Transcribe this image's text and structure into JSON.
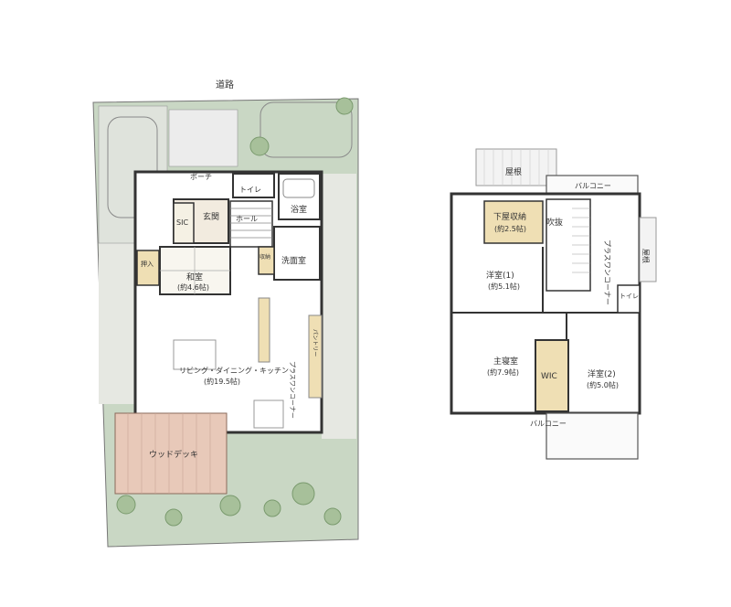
{
  "floor1": {
    "road": "道路",
    "porch": "ポーチ",
    "toilet": "トイレ",
    "bath": "浴室",
    "entrance": "玄関",
    "hall": "ホール",
    "sic": "SIC",
    "washroom": "洗面室",
    "storage": "収納",
    "oshiire": "押入",
    "washitsu": "和室",
    "washitsu_size": "(約4.6帖)",
    "ldk": "リビング・ダイニング・キッチン",
    "ldk_size": "(約19.5帖)",
    "wood_deck": "ウッドデッキ",
    "pantry": "パントリー",
    "plus_one_corner": "プラスワンコーナー"
  },
  "floor2": {
    "roof": "屋根",
    "roof_right": "屋根",
    "balcony_top": "バルコニー",
    "balcony_bottom": "バルコニー",
    "attic": "下屋収納",
    "attic_size": "(約2.5帖)",
    "fukinuke": "吹抜",
    "plus_one_corner": "プラスワンコーナー",
    "room1": "洋室(1)",
    "room1_size": "(約5.1帖)",
    "master": "主寝室",
    "master_size": "(約7.9帖)",
    "wic": "WIC",
    "room2": "洋室(2)",
    "room2_size": "(約5.0帖)",
    "toilet": "トイレ"
  }
}
